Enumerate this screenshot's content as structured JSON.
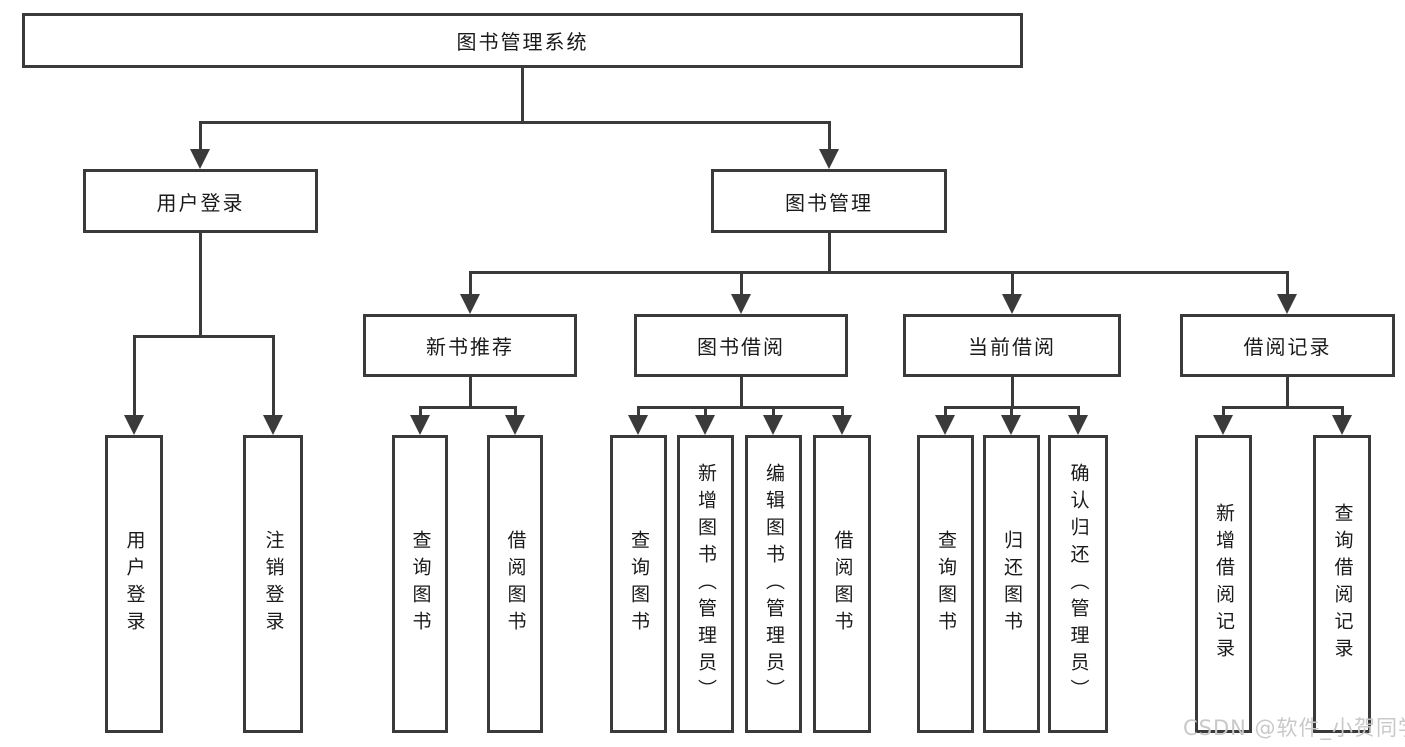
{
  "tree": {
    "label": "图书管理系统",
    "children": [
      {
        "label": "用户登录",
        "children": [
          {
            "label": "用户登录"
          },
          {
            "label": "注销登录"
          }
        ]
      },
      {
        "label": "图书管理",
        "children": [
          {
            "label": "新书推荐",
            "children": [
              {
                "label": "查询图书"
              },
              {
                "label": "借阅图书"
              }
            ]
          },
          {
            "label": "图书借阅",
            "children": [
              {
                "label": "查询图书"
              },
              {
                "label": "新增图书（管理员）"
              },
              {
                "label": "编辑图书（管理员）"
              },
              {
                "label": "借阅图书"
              }
            ]
          },
          {
            "label": "当前借阅",
            "children": [
              {
                "label": "查询图书"
              },
              {
                "label": "归还图书"
              },
              {
                "label": "确认归还（管理员）"
              }
            ]
          },
          {
            "label": "借阅记录",
            "children": [
              {
                "label": "新增借阅记录"
              },
              {
                "label": "查询借阅记录"
              }
            ]
          }
        ]
      }
    ]
  },
  "watermark": {
    "text": "CSDN @软件_小贺同学"
  },
  "colors": {
    "line": "#3a3a3a",
    "box_border": "#3a3a3a",
    "text": "#1a1a1a",
    "watermark": "#c9c9c9",
    "background": "#ffffff"
  }
}
